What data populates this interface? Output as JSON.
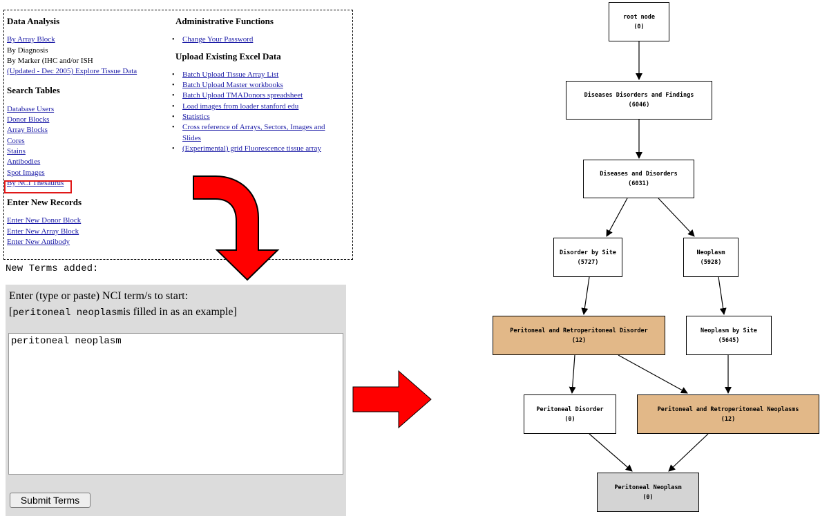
{
  "menu": {
    "data_analysis": {
      "heading": "Data Analysis",
      "items": [
        {
          "label": "By Array Block",
          "link": true
        },
        {
          "label": "By Diagnosis",
          "link": false
        },
        {
          "label": "By Marker (IHC and/or ISH",
          "link": false
        },
        {
          "label": "(Updated - Dec 2005) Explore Tissue Data",
          "link": true
        }
      ]
    },
    "search_tables": {
      "heading": "Search Tables",
      "items": [
        "Database Users",
        "Donor Blocks",
        "Array Blocks",
        "Cores",
        "Stains",
        "Antibodies",
        "Spot  Images",
        "By NCI Thesaurus"
      ]
    },
    "enter_records": {
      "heading": "Enter New Records",
      "items": [
        "Enter New Donor Block",
        "Enter New Array Block",
        "Enter New Antibody"
      ]
    },
    "admin": {
      "heading": "Administrative Functions",
      "items": [
        "Change Your Password"
      ]
    },
    "upload": {
      "heading": "Upload Existing Excel Data",
      "items": [
        "Batch Upload Tissue Array List",
        "Batch Upload Master workbooks",
        "Batch Upload TMADonors spreadsheet",
        "Load images from loader stanford edu",
        "Statistics",
        "Cross reference of Arrays, Sectors, Images and Slides",
        "(Experimental) grid Fluorescence tissue array"
      ]
    }
  },
  "new_terms_label": "New Terms added:",
  "form": {
    "prompt": "Enter (type or paste) NCI term/s to start:",
    "example_open": "[",
    "example_term": "peritoneal neoplasm",
    "example_rest": "is filled in as an example]",
    "textarea_value": "peritoneal neoplasm",
    "submit_label": "Submit Terms"
  },
  "colors": {
    "arrow": "#ff0000",
    "highlight_border": "#e01818",
    "node_highlight": "#e2b888",
    "node_target": "#d4d4d4",
    "link": "#1a1aa6",
    "form_bg": "#dcdcdc"
  },
  "graph": {
    "nodes": [
      {
        "id": "root",
        "label": "root node",
        "count": "(0)",
        "style": "plain"
      },
      {
        "id": "ddf",
        "label": "Diseases Disorders and Findings",
        "count": "(6046)",
        "style": "plain"
      },
      {
        "id": "dd",
        "label": "Diseases and Disorders",
        "count": "(6031)",
        "style": "plain"
      },
      {
        "id": "dbs",
        "label": "Disorder by Site",
        "count": "(5727)",
        "style": "plain"
      },
      {
        "id": "neo",
        "label": "Neoplasm",
        "count": "(5928)",
        "style": "plain"
      },
      {
        "id": "prd",
        "label": "Peritoneal and Retroperitoneal Disorder",
        "count": "(12)",
        "style": "highlight"
      },
      {
        "id": "nbs",
        "label": "Neoplasm by Site",
        "count": "(5645)",
        "style": "plain"
      },
      {
        "id": "pd",
        "label": "Peritoneal Disorder",
        "count": "(0)",
        "style": "plain"
      },
      {
        "id": "prn",
        "label": "Peritoneal and Retroperitoneal Neoplasms",
        "count": "(12)",
        "style": "highlight"
      },
      {
        "id": "pn",
        "label": "Peritoneal Neoplasm",
        "count": "(0)",
        "style": "target"
      }
    ],
    "edges": [
      [
        "root",
        "ddf"
      ],
      [
        "ddf",
        "dd"
      ],
      [
        "dd",
        "dbs"
      ],
      [
        "dd",
        "neo"
      ],
      [
        "dbs",
        "prd"
      ],
      [
        "neo",
        "nbs"
      ],
      [
        "prd",
        "pd"
      ],
      [
        "prd",
        "prn"
      ],
      [
        "nbs",
        "prn"
      ],
      [
        "pd",
        "pn"
      ],
      [
        "prn",
        "pn"
      ]
    ]
  }
}
